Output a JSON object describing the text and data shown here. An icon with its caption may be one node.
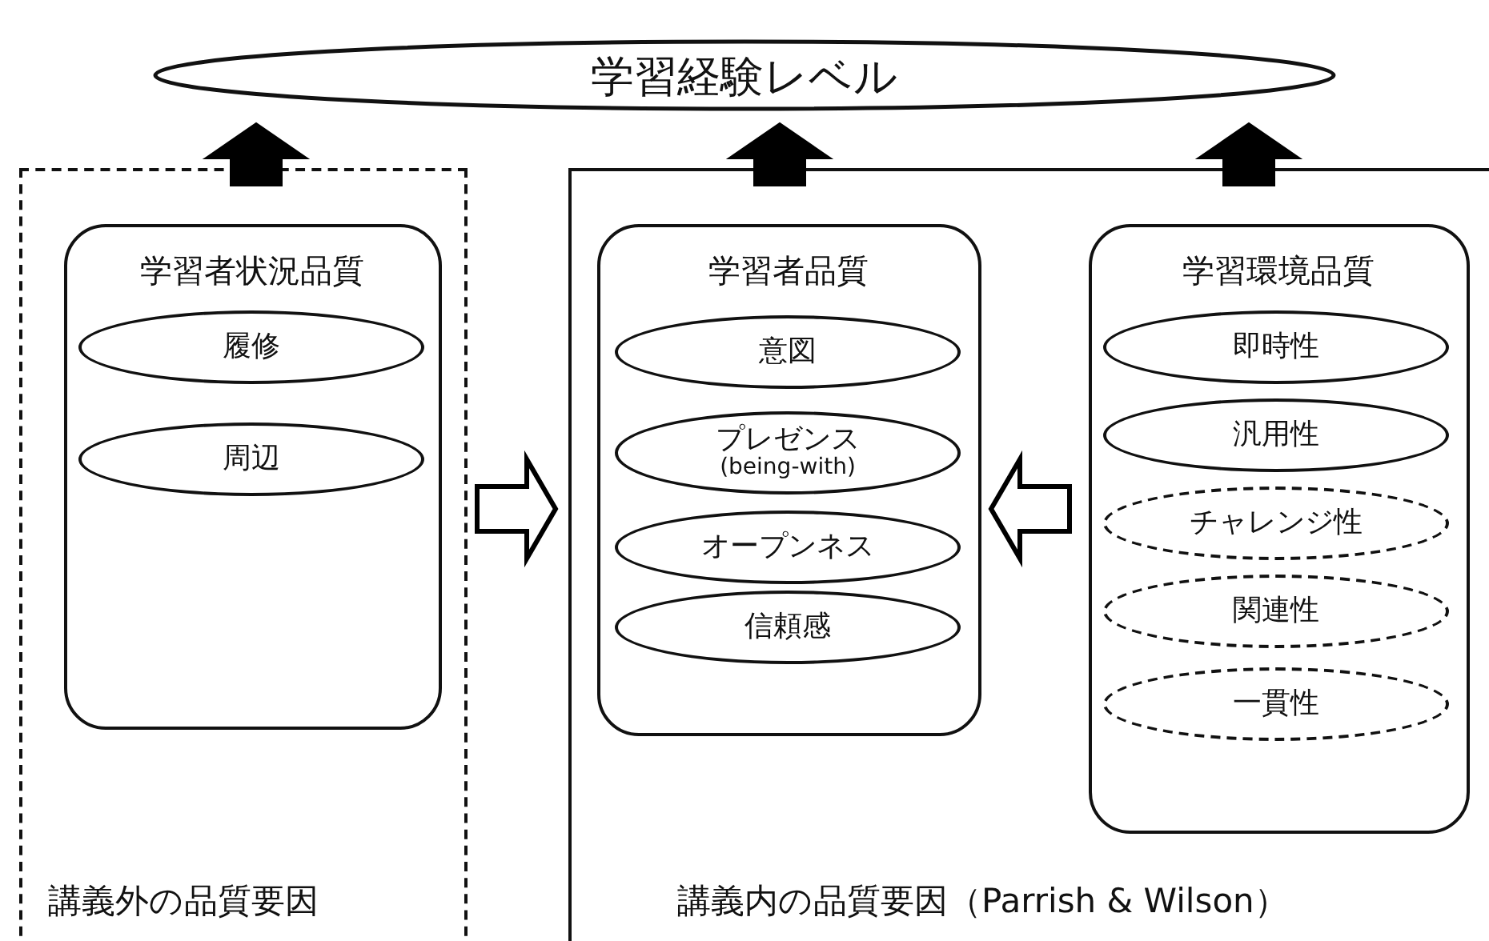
{
  "diagram": {
    "nodes": [
      {
        "text": [
          "学習経験レベル"
        ]
      },
      {
        "text": [
          "講義外の品質要因"
        ]
      },
      {
        "text": [
          "講義内の品質要因（Parrish & Wilson）"
        ]
      },
      {
        "text": [
          "学習者状況品質"
        ],
        "in": 1
      },
      {
        "text": [
          "履修"
        ],
        "in": 3
      },
      {
        "text": [
          "周辺"
        ],
        "in": 3
      },
      {
        "text": [
          "学習者品質"
        ],
        "in": 2
      },
      {
        "text": [
          "意図"
        ],
        "in": 6
      },
      {
        "text": [
          "プレゼンス",
          "(being-with)"
        ],
        "in": 6
      },
      {
        "text": [
          "オープンネス"
        ],
        "in": 6
      },
      {
        "text": [
          "信頼感"
        ],
        "in": 6
      },
      {
        "text": [
          "学習環境品質"
        ],
        "in": 2
      },
      {
        "text": [
          "即時性"
        ],
        "in": 11
      },
      {
        "text": [
          "汎用性"
        ],
        "in": 11
      },
      {
        "text": [
          "チャレンジ性"
        ],
        "in": 11
      },
      {
        "text": [
          "関連性"
        ],
        "in": 11
      },
      {
        "text": [
          "一貫性"
        ],
        "in": 11
      }
    ],
    "edges": [
      {
        "from": 1,
        "to": 0,
        "arrow": "to",
        "style": "thick"
      },
      {
        "from": 2,
        "to": 0,
        "arrow": "to",
        "style": "thick"
      },
      {
        "from": 2,
        "to": 0,
        "arrow": "to",
        "style": "thick"
      },
      {
        "from": 1,
        "to": 2,
        "arrow": "to"
      },
      {
        "from": 11,
        "to": 6,
        "arrow": "to"
      }
    ]
  }
}
